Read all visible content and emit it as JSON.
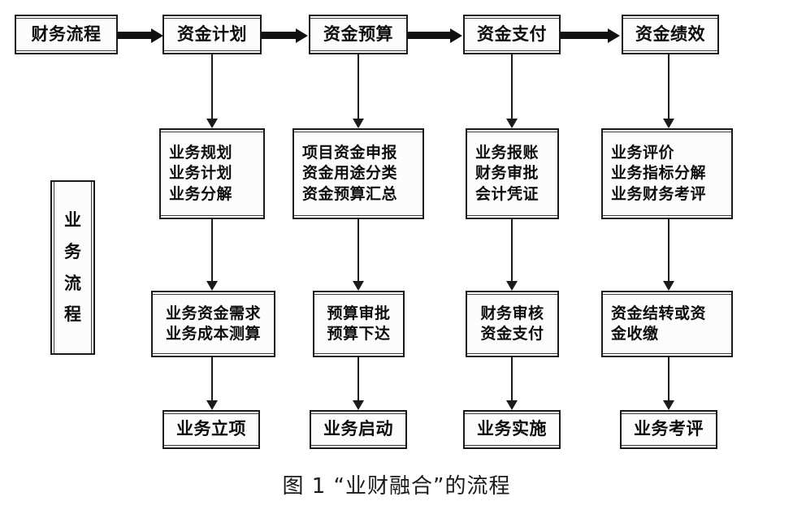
{
  "figure": {
    "caption": "图 1 “业财融合”的流程",
    "colors": {
      "box_border": "#1a1a1a",
      "box_fill": "#fcfcfc",
      "connector": "#1a1a1a",
      "thick_arrow": "#111111",
      "background": "#ffffff",
      "text": "#0d0d0d"
    }
  },
  "side_label": {
    "name": "业务流程",
    "chars": [
      "业",
      "务",
      "流",
      "程"
    ]
  },
  "top_row": {
    "label": "财务流程",
    "stages": [
      {
        "id": "finance-process",
        "label": "财务流程"
      },
      {
        "id": "fund-plan",
        "label": "资金计划"
      },
      {
        "id": "fund-budget",
        "label": "资金预算"
      },
      {
        "id": "fund-payment",
        "label": "资金支付"
      },
      {
        "id": "fund-performance",
        "label": "资金绩效"
      }
    ]
  },
  "columns": [
    {
      "id": "col-plan",
      "header": "资金计划",
      "activity": {
        "id": "activity-plan",
        "lines": [
          "业务规划",
          "业务计划",
          "业务分解"
        ]
      },
      "process": {
        "id": "process-plan",
        "lines": [
          "业务资金需求",
          "业务成本测算"
        ]
      },
      "outcome": {
        "id": "outcome-plan",
        "label": "业务立项"
      }
    },
    {
      "id": "col-budget",
      "header": "资金预算",
      "activity": {
        "id": "activity-budget",
        "lines": [
          "项目资金申报",
          "资金用途分类",
          "资金预算汇总"
        ]
      },
      "process": {
        "id": "process-budget",
        "lines": [
          "预算审批",
          "预算下达"
        ]
      },
      "outcome": {
        "id": "outcome-budget",
        "label": "业务启动"
      }
    },
    {
      "id": "col-payment",
      "header": "资金支付",
      "activity": {
        "id": "activity-payment",
        "lines": [
          "业务报账",
          "财务审批",
          "会计凭证"
        ]
      },
      "process": {
        "id": "process-payment",
        "lines": [
          "财务审核",
          "资金支付"
        ]
      },
      "outcome": {
        "id": "outcome-payment",
        "label": "业务实施"
      }
    },
    {
      "id": "col-performance",
      "header": "资金绩效",
      "activity": {
        "id": "activity-performance",
        "lines": [
          "业务评价",
          "业务指标分解",
          "业务财务考评"
        ]
      },
      "process": {
        "id": "process-performance",
        "lines": [
          "资金结转或资",
          "金收缴"
        ]
      },
      "outcome": {
        "id": "outcome-performance",
        "label": "业务考评"
      }
    }
  ]
}
